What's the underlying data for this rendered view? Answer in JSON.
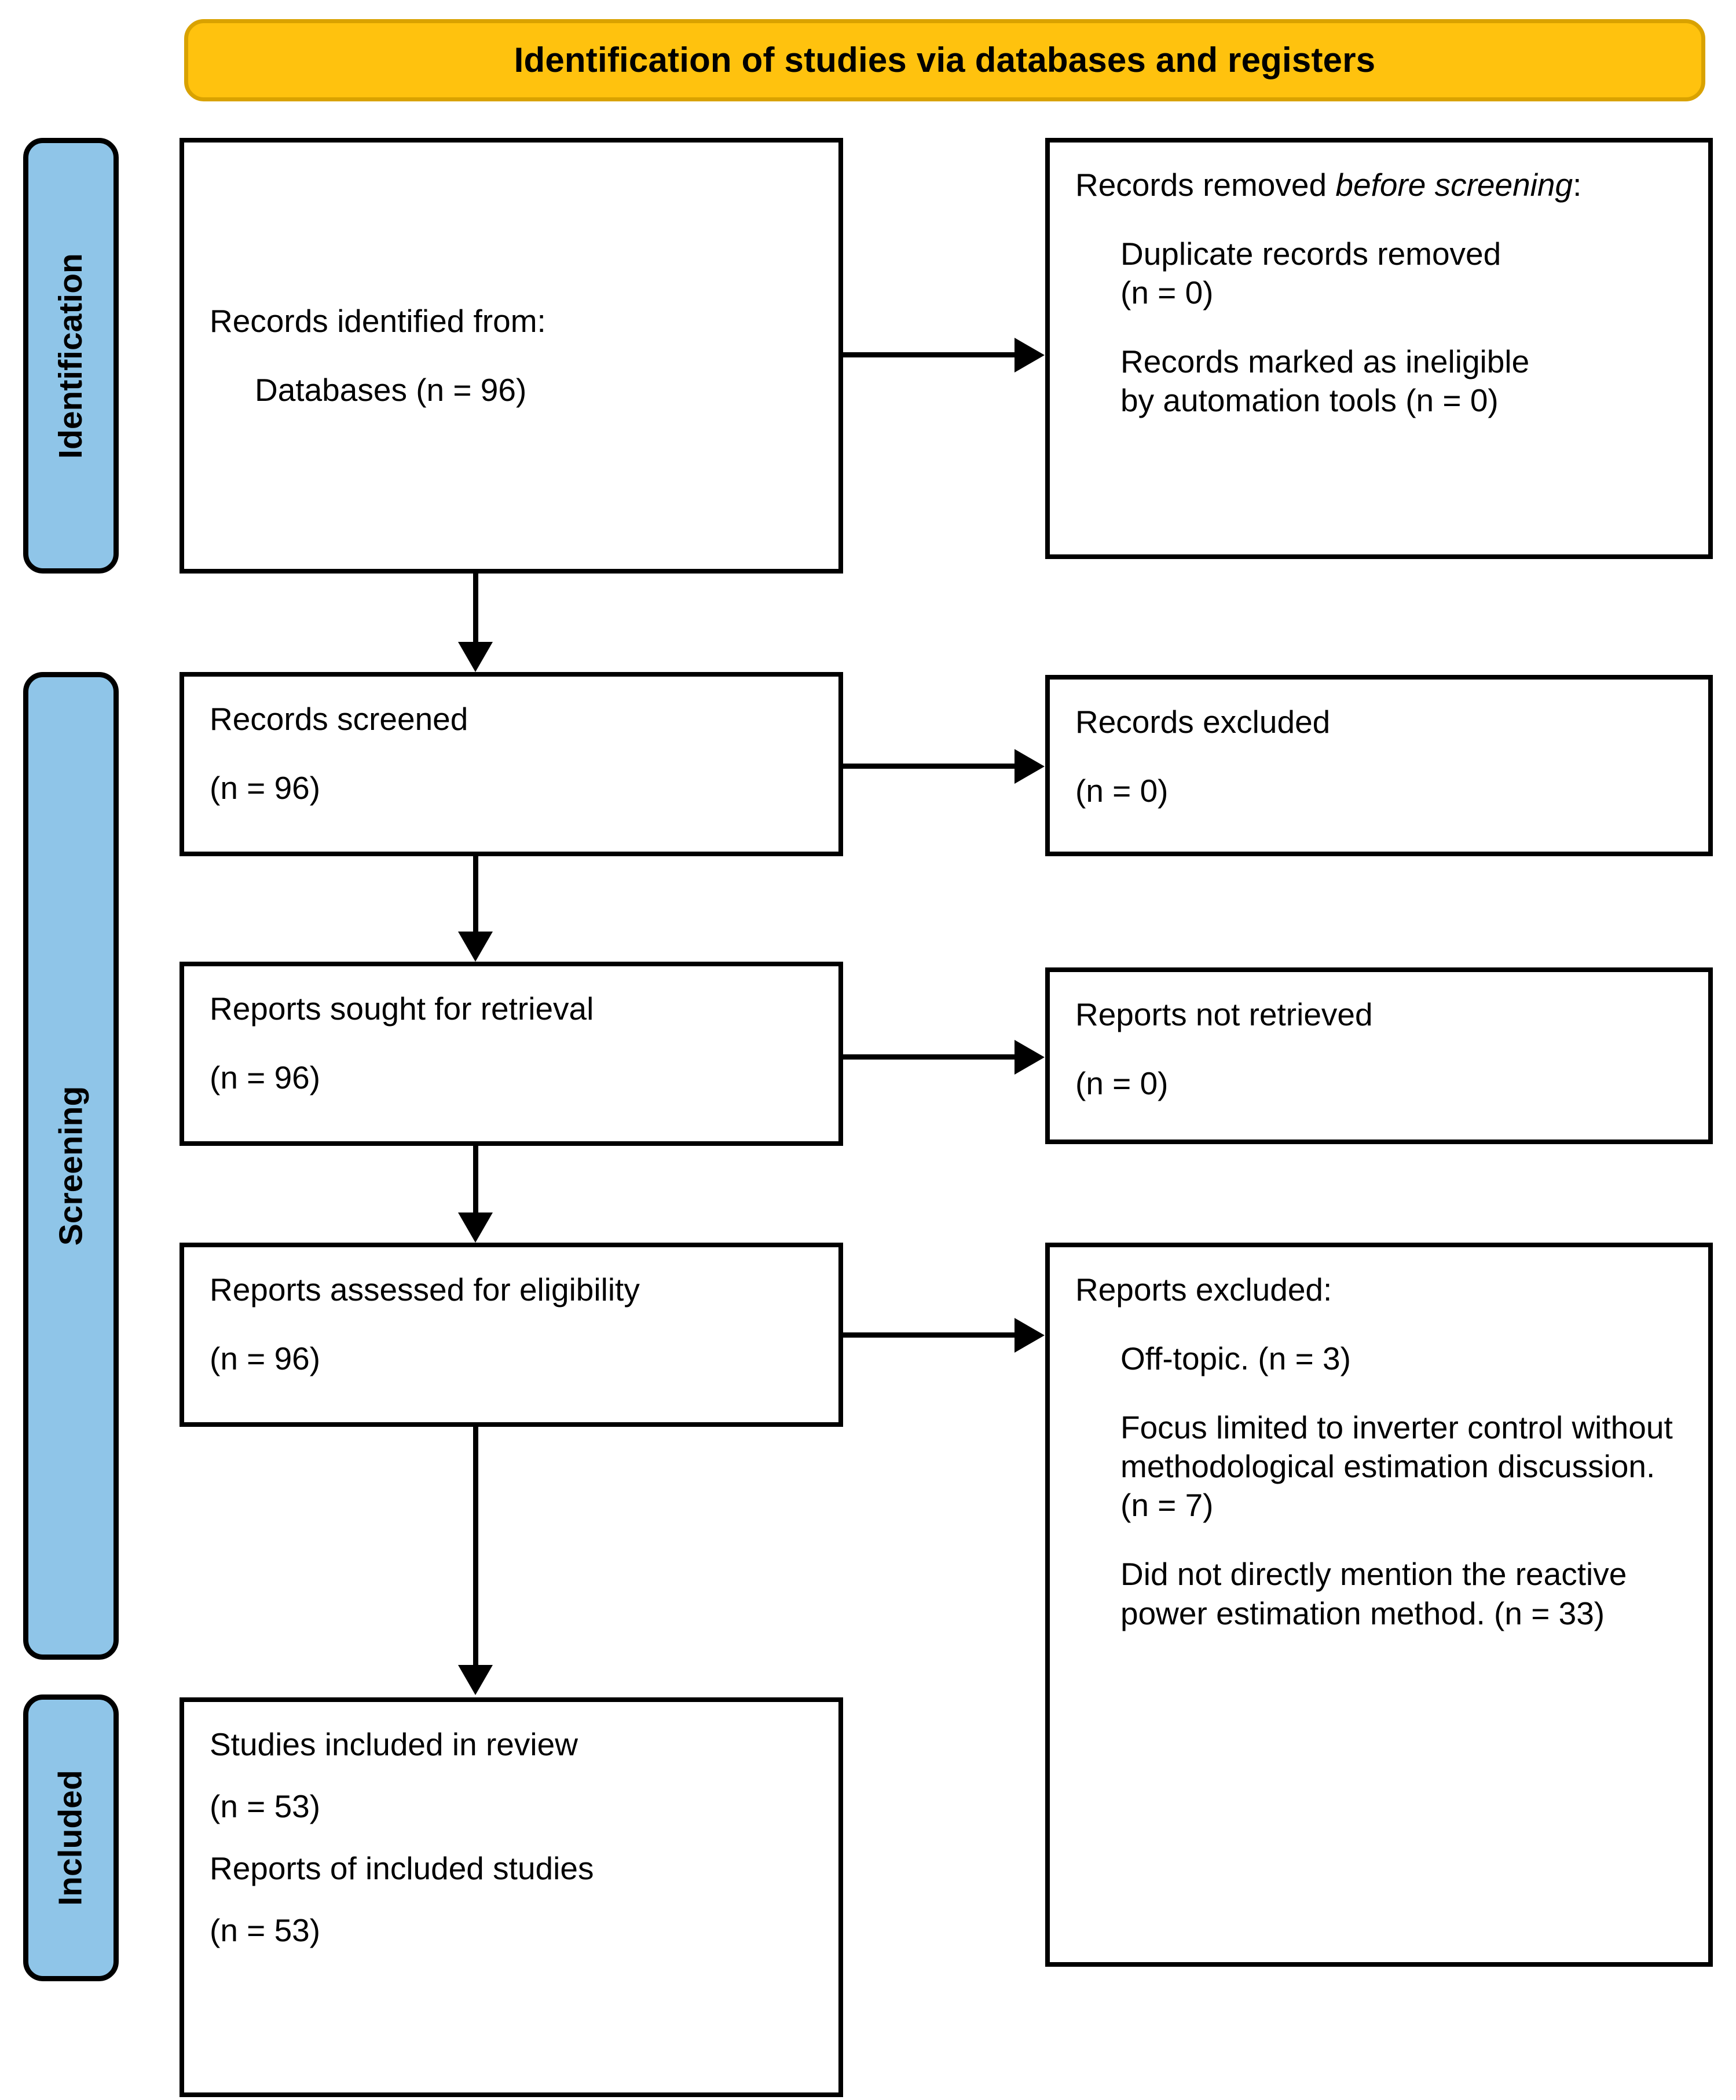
{
  "banner": {
    "title": "Identification of studies via databases and registers"
  },
  "colors": {
    "banner_fill": "#FFC20E",
    "banner_border": "#D9A200",
    "rail_fill": "#8FC5E8",
    "box_border": "#000000",
    "box_fill": "#FFFFFF",
    "text": "#000000"
  },
  "rails": [
    {
      "id": "identification",
      "label": "Identification"
    },
    {
      "id": "screening",
      "label": "Screening"
    },
    {
      "id": "included",
      "label": "Included"
    }
  ],
  "boxes": {
    "identified": {
      "line1": "Records identified from:",
      "line2": "Databases (n = 96)"
    },
    "removed": {
      "heading_pre": "Records removed ",
      "heading_em": "before screening",
      "heading_post": ":",
      "item1_line1": "Duplicate records removed",
      "item1_line2": "(n = 0)",
      "item2_line1": "Records marked as ineligible",
      "item2_line2": "by automation tools (n = 0)"
    },
    "screened": {
      "line1": "Records screened",
      "line2": "(n = 96)"
    },
    "excluded_records": {
      "line1": "Records excluded",
      "line2": "(n = 0)"
    },
    "sought": {
      "line1": "Reports sought for retrieval",
      "line2": "(n = 96)"
    },
    "not_retrieved": {
      "line1": "Reports not retrieved",
      "line2": "(n = 0)"
    },
    "assessed": {
      "line1": "Reports assessed for eligibility",
      "line2": "(n = 96)"
    },
    "reports_excluded": {
      "heading": "Reports excluded:",
      "reason1": "Off-topic. (n = 3)",
      "reason2": "Focus limited to inverter control without methodological estimation discussion.  (n = 7)",
      "reason3": "Did not directly mention the reactive power estimation method. (n = 33)"
    },
    "included": {
      "line1": "Studies included in review",
      "line2": "(n = 53)",
      "line3": "Reports of included studies",
      "line4": "(n = 53)"
    }
  },
  "counts": {
    "databases": 96,
    "duplicates_removed": 0,
    "ineligible_automation": 0,
    "records_screened": 96,
    "records_excluded": 0,
    "reports_sought": 96,
    "reports_not_retrieved": 0,
    "reports_assessed": 96,
    "excluded_off_topic": 3,
    "excluded_inverter_control": 7,
    "excluded_no_reactive_power": 33,
    "studies_included": 53,
    "reports_included": 53
  }
}
